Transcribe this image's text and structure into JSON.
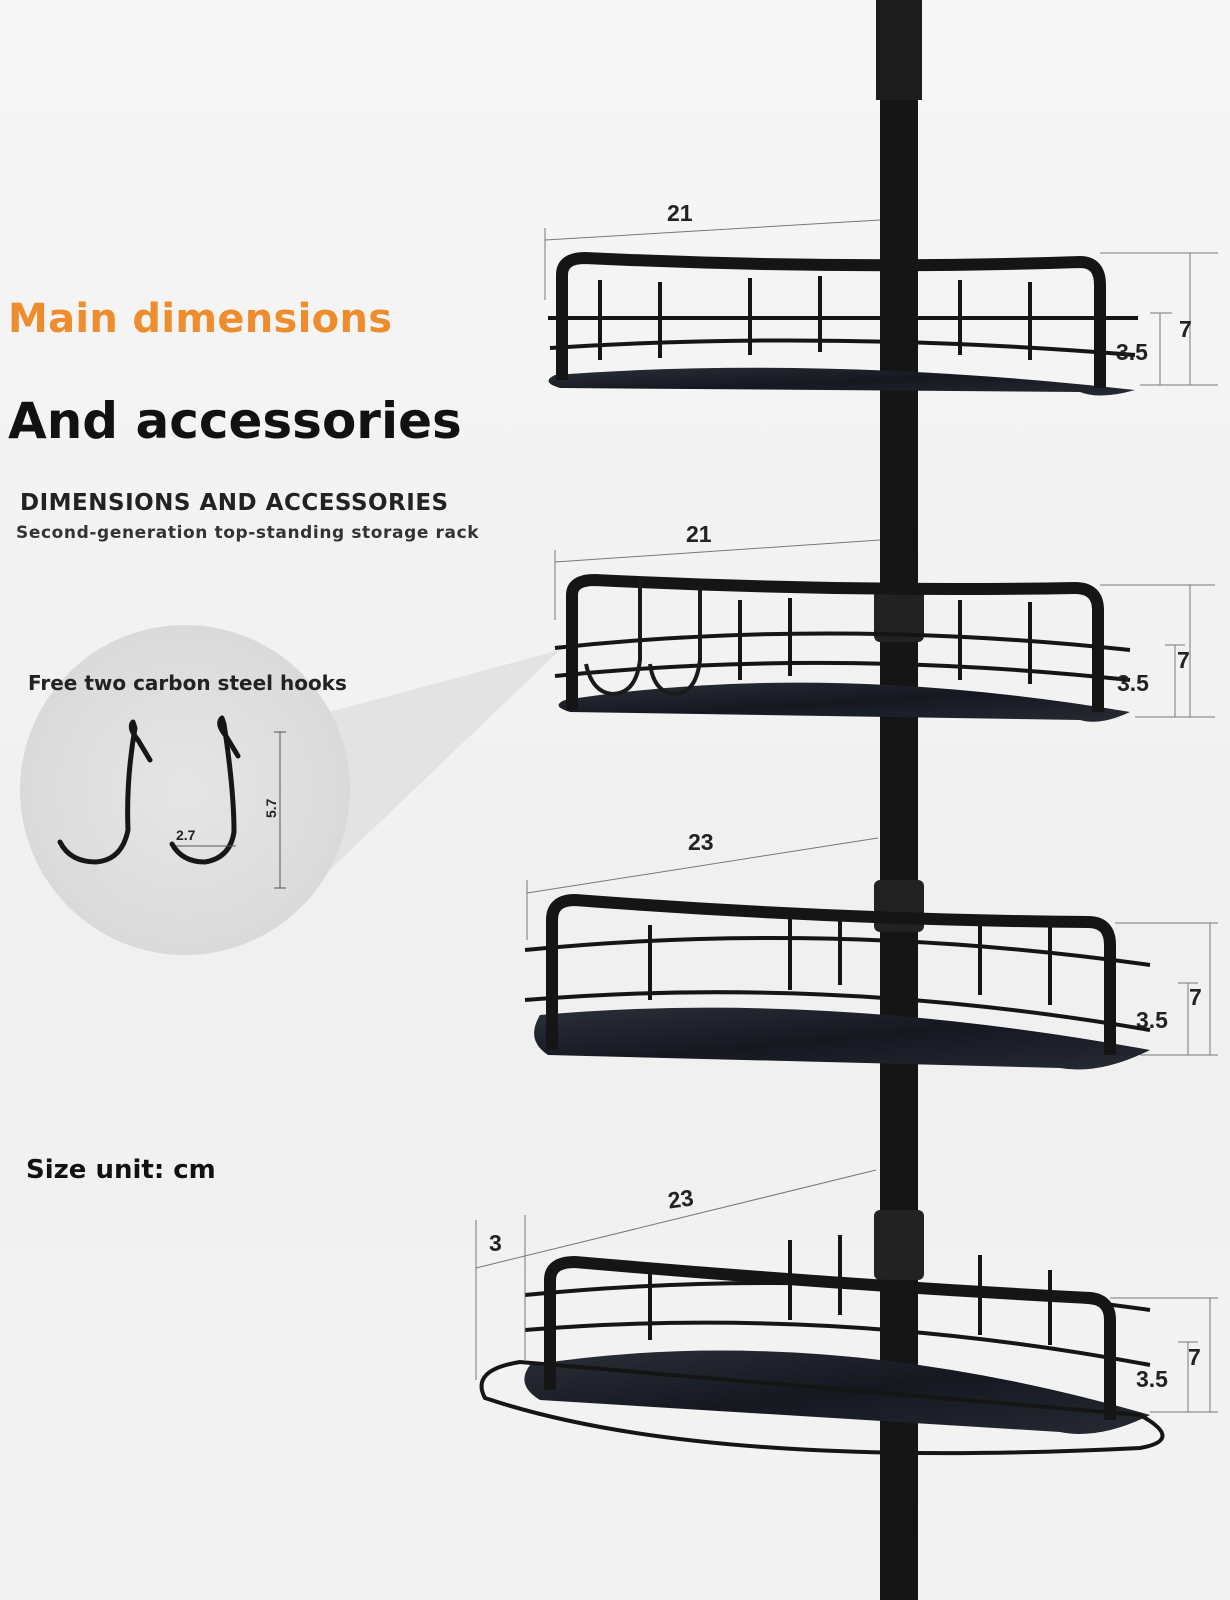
{
  "headline": {
    "main": "Main dimensions",
    "accessories": "And accessories",
    "caps": "DIMENSIONS AND ACCESSORIES",
    "subtitle": "Second-generation top-standing storage rack"
  },
  "hooks": {
    "label": "Free two carbon steel hooks",
    "width": "2.7",
    "height": "5.7"
  },
  "size_unit": "Size unit: cm",
  "shelves": [
    {
      "width": "21",
      "height": "7",
      "rail": "3.5"
    },
    {
      "width": "21",
      "height": "7",
      "rail": "3.5"
    },
    {
      "width": "23",
      "height": "7",
      "rail": "3.5"
    },
    {
      "width": "23",
      "height": "7",
      "rail": "3.5",
      "base": "3"
    }
  ],
  "colors": {
    "accent": "#ee8d2d",
    "metal": "#151515",
    "callout": "#e2e2e2"
  }
}
